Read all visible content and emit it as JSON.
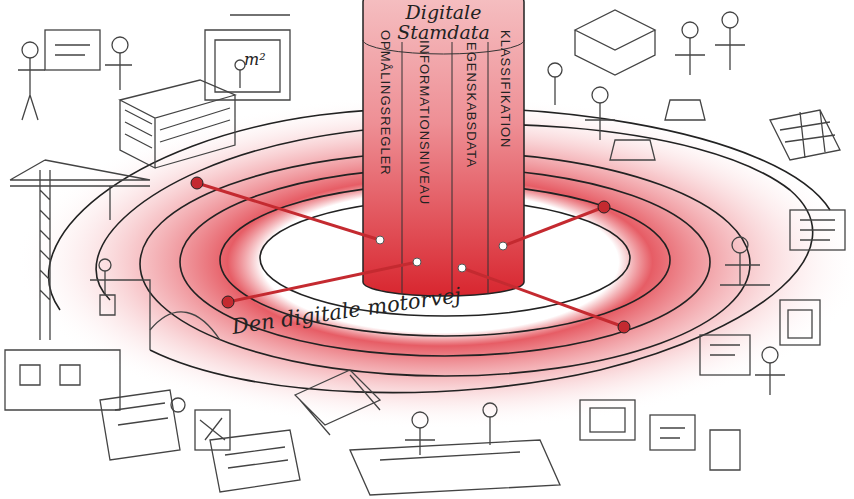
{
  "diagram": {
    "nodes": [
      {
        "text": [
          "Digitale Stamdata"
        ]
      },
      {
        "text": [
          "OPMÅLINGSREGLER"
        ],
        "in": 0
      },
      {
        "text": [
          "INFORMATIONSNIVEAU"
        ],
        "in": 0
      },
      {
        "text": [
          "EGENSKABSDATA"
        ],
        "in": 0
      },
      {
        "text": [
          "KLASSIFIKATION"
        ],
        "in": 0
      }
    ],
    "labels": [
      "m²",
      "Den digitale motorvej"
    ]
  }
}
